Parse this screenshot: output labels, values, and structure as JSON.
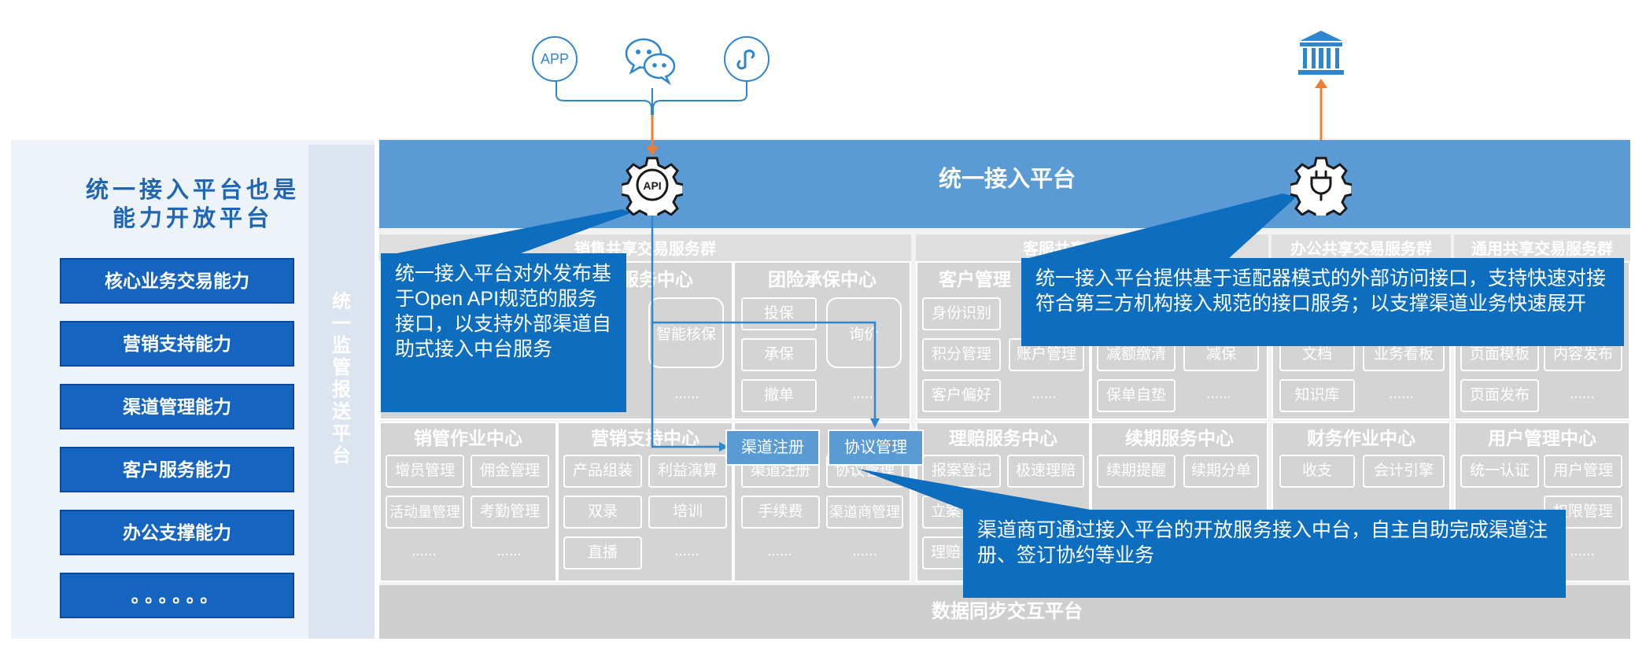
{
  "left": {
    "title_line1": "统一接入平台也是",
    "title_line2": "能力开放平台",
    "capabilities": [
      "核心业务交易能力",
      "营销支持能力",
      "渠道管理能力",
      "客户服务能力",
      "办公支撑能力",
      "。。。。。。"
    ],
    "monitor_label": "统一监管报送平台"
  },
  "top": {
    "channel_app": "APP",
    "api_label": "API"
  },
  "main": {
    "title": "统一接入平台",
    "groups": {
      "sales": "销售共享交易服务群",
      "service": "客服共享交易服务群",
      "office": "办公共享交易服务群",
      "general": "通用共享交易服务群"
    },
    "centers": {
      "c1_title": "服务中心",
      "c1_round": "智能核保",
      "c2_title": "团险承保中心",
      "c2_cells": [
        "投保",
        "承保",
        "撤单"
      ],
      "c2_round": "询价",
      "c3_title": "客户管理",
      "c3_cells": [
        "身份识别",
        "积分管理",
        "客户偏好"
      ],
      "c3_partial": [
        "账户管理"
      ],
      "c4_partial": [
        "减额缴清",
        "减保",
        "保单自垫"
      ],
      "c5_partial": [
        "文档",
        "业务看板",
        "知识库"
      ],
      "c6_partial": [
        "页面模板",
        "内容发布",
        "页面发布"
      ],
      "xs_title": "销管作业中心",
      "xs_cells": [
        "增员管理",
        "佣金管理",
        "活动量管理",
        "考勤管理"
      ],
      "yx_title": "营销支持中心",
      "yx_cells": [
        "产品组装",
        "利益演算",
        "双录",
        "培训",
        "直播"
      ],
      "qd_cells": [
        "渠道注册",
        "协议管理",
        "手续费",
        "渠道商管理"
      ],
      "lp_title": "理赔服务中心",
      "lp_cells": [
        "报案登记",
        "极速理赔",
        "立案",
        "理赔"
      ],
      "xq_title": "续期服务中心",
      "xq_cells": [
        "续期提醒",
        "续期分单"
      ],
      "cw_title": "财务作业中心",
      "cw_cells": [
        "收支",
        "会计引擎"
      ],
      "yh_title": "用户管理中心",
      "yh_cells": [
        "统一认证",
        "用户管理",
        "权限管理"
      ],
      "dots": "......"
    },
    "buttons": {
      "register": "渠道注册",
      "agreement": "协议管理"
    },
    "bottom": "数据同步交互平台"
  },
  "callouts": {
    "api": "统一接入平台对外发布基于Open API规范的服务接口，以支持外部渠道自助式接入中台服务",
    "adapter": "统一接入平台提供基于适配器模式的外部访问接口，支持快速对接符合第三方机构接入规范的接口服务；以支撑渠道业务快速展开",
    "channel": "渠道商可通过接入平台的开放服务接入中台，自主自助完成渠道注册、签订协约等业务"
  },
  "colors": {
    "brand_blue": "#1565c0",
    "header_blue": "#5b9bd5",
    "callout_blue": "#0d6ebf",
    "arrow_orange": "#ed7d31"
  }
}
